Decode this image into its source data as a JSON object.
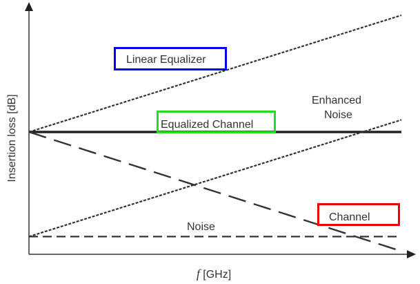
{
  "chart_data": {
    "type": "line",
    "title": "",
    "xlabel_var": "f",
    "xlabel_unit": " [GHz]",
    "ylabel": "Insertion loss [dB]",
    "xlim": [
      0,
      1
    ],
    "ylim": [
      0,
      1
    ],
    "grid": false,
    "ticks": "none",
    "series": [
      {
        "name": "Linear Equalizer",
        "style": "dotted",
        "x": [
          0,
          1
        ],
        "y": [
          0.48,
          0.96
        ]
      },
      {
        "name": "Equalized Channel",
        "style": "solid",
        "x": [
          0,
          1
        ],
        "y": [
          0.48,
          0.48
        ]
      },
      {
        "name": "Channel",
        "style": "dashed",
        "x": [
          0,
          1
        ],
        "y": [
          0.48,
          -0.01
        ]
      },
      {
        "name": "Noise",
        "style": "dashed",
        "x": [
          0,
          1
        ],
        "y": [
          0.05,
          0.05
        ]
      },
      {
        "name": "Enhanced Noise",
        "style": "dotted",
        "x": [
          0,
          1
        ],
        "y": [
          0.05,
          0.53
        ]
      }
    ],
    "annotations": [
      {
        "text": "Linear Equalizer",
        "box_color": "#0000ee"
      },
      {
        "text": "Equalized Channel",
        "box_color": "#22dd22"
      },
      {
        "text": "Enhanced",
        "box_color": null
      },
      {
        "text": "Noise",
        "box_color": null,
        "group": "enhanced"
      },
      {
        "text": "Noise",
        "box_color": null
      },
      {
        "text": "Channel",
        "box_color": "#ee0000"
      }
    ]
  }
}
